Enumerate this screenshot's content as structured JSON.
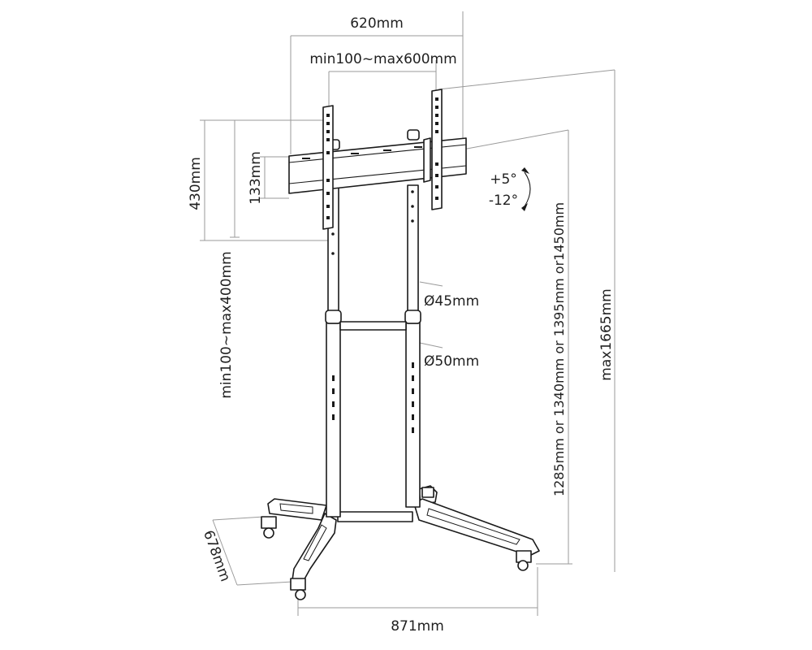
{
  "diagram": {
    "dimensions": {
      "overall_width": "620mm",
      "vesa_horizontal": "min100~max600mm",
      "bracket_height": "430mm",
      "crossbar_height": "133mm",
      "vesa_vertical": "min100~max400mm",
      "tilt_up": "+5°",
      "tilt_down": "-12°",
      "upper_pole_diameter": "Ø45mm",
      "lower_pole_diameter": "Ø50mm",
      "height_positions": "1285mm or 1340mm or 1395mm or1450mm",
      "max_height": "max1665mm",
      "base_depth": "678mm",
      "base_width": "871mm"
    }
  }
}
